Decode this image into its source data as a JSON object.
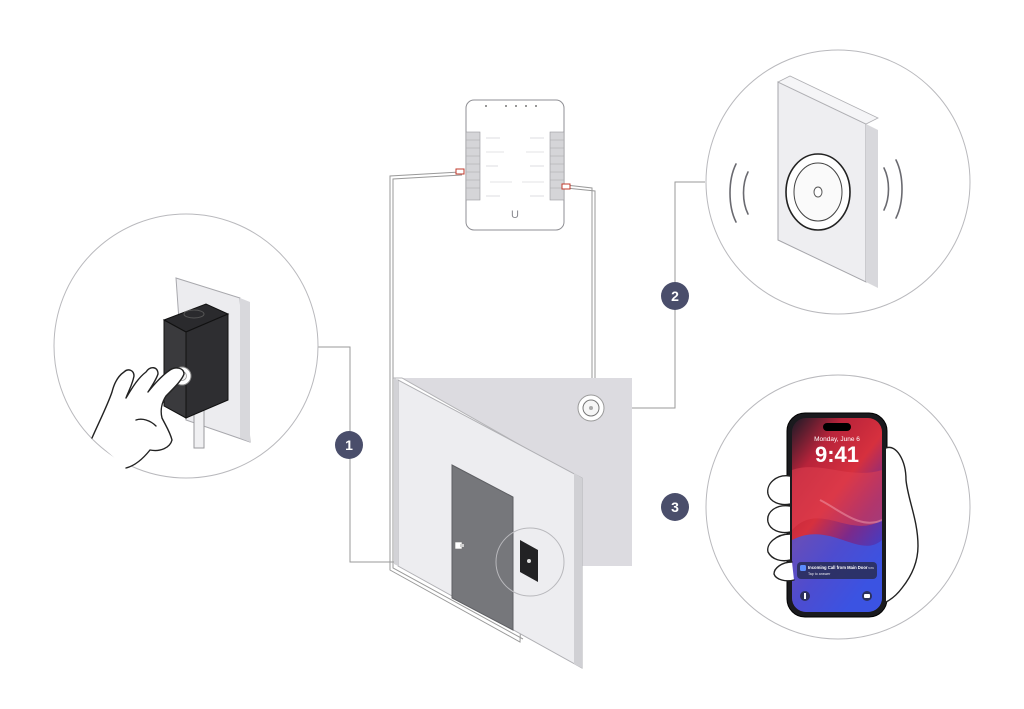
{
  "colors": {
    "badge": "#4a4e6b",
    "line": "#9a9a9a",
    "door_panel": "#76777b",
    "wall": "#dcdbe0",
    "phone_bg_top": "#c0283a",
    "phone_bg_bottom": "#3a4bd6"
  },
  "callouts": [
    {
      "label": "1"
    },
    {
      "label": "2"
    },
    {
      "label": "3"
    }
  ],
  "phone": {
    "date": "Monday, June 6",
    "time": "9:41",
    "notification_title": "Incoming Call from Main Door",
    "notification_subtitle": "Tap to answer",
    "notification_time": "now"
  },
  "hub": {
    "logo": "U"
  },
  "icons": [
    "hand-press-icon",
    "doorbell-button-icon",
    "sound-wave-icon",
    "smartphone-icon",
    "hand-hold-icon"
  ]
}
